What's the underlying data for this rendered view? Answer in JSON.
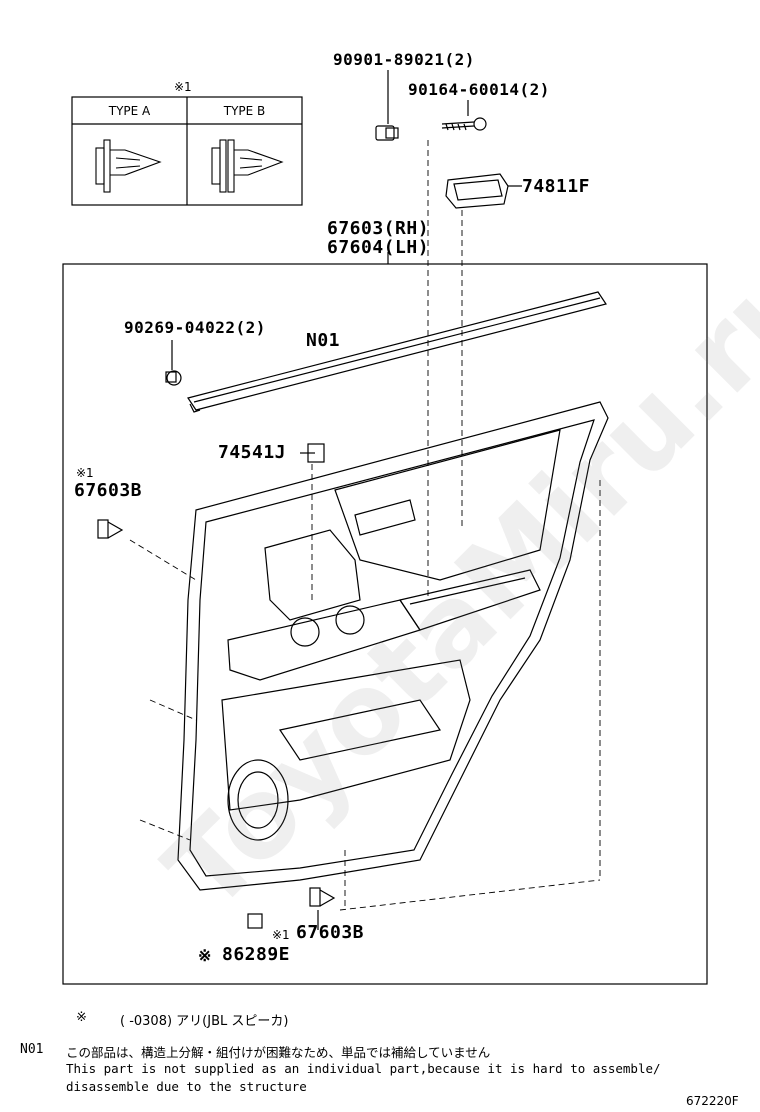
{
  "legend_table": {
    "note_mark": "※1",
    "type_a_label": "TYPE A",
    "type_b_label": "TYPE B"
  },
  "callouts": {
    "p90901": "90901-89021(2)",
    "p90164": "90164-60014(2)",
    "p74811f": "74811F",
    "p67603rh": "67603(RH)",
    "p67604lh": "67604(LH)",
    "p90269": "90269-04022(2)",
    "n01": "N01",
    "p74541j": "74541J",
    "note_mark_left": "※1",
    "p67603b_left": "67603B",
    "p67603b_bottom": "67603B",
    "note_mark_bottom": "※1",
    "p86289e": "86289E",
    "ref_mark": "※"
  },
  "footnotes": {
    "star_mark": "※",
    "star_text": "(     -0308)  アリ(JBL  スピーカ)",
    "n01_code": "N01",
    "n01_jp": "この部品は、構造上分解・組付けが困難なため、単品では補給していません",
    "n01_en_line1": "This part is not supplied as an individual part,because it is hard to assemble/",
    "n01_en_line2": "disassemble due to the structure"
  },
  "figure_id": "672220F",
  "watermark": "ToyotaMiru.ru"
}
